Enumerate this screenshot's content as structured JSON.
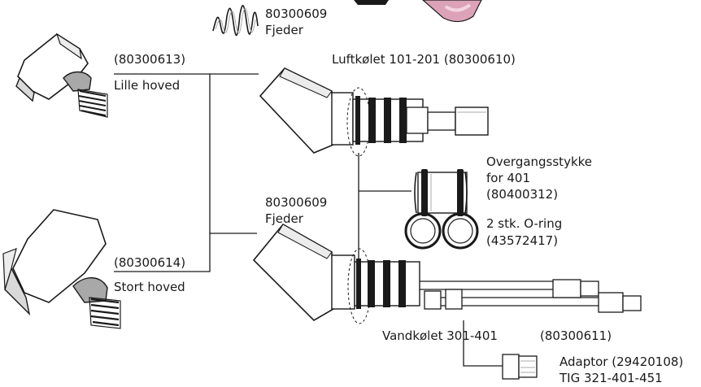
{
  "colors": {
    "line": "#1a1a1a",
    "grey": "#a8a8a8",
    "light": "#d9d9d9",
    "pink": "#dca2b8"
  },
  "labels": {
    "spring_top": [
      "80300609",
      "Fjeder"
    ],
    "small_head_code": "(80300613)",
    "small_head_name": "Lille hoved",
    "air_cooled": "Luftkølet 101-201 (80300610)",
    "transition": [
      "Overgangsstykke",
      "for 401",
      "(80400312)"
    ],
    "spring_mid": [
      "80300609",
      "Fjeder"
    ],
    "orings": [
      "2 stk. O-ring",
      "(43572417)"
    ],
    "large_head_code": "(80300614)",
    "large_head_name": "Stort hoved",
    "water_cooled": "Vandkølet 301-401",
    "water_cooled_code": "(80300611)",
    "adaptor": [
      "Adaptor (29420108)",
      "TIG 321-401-451"
    ]
  }
}
